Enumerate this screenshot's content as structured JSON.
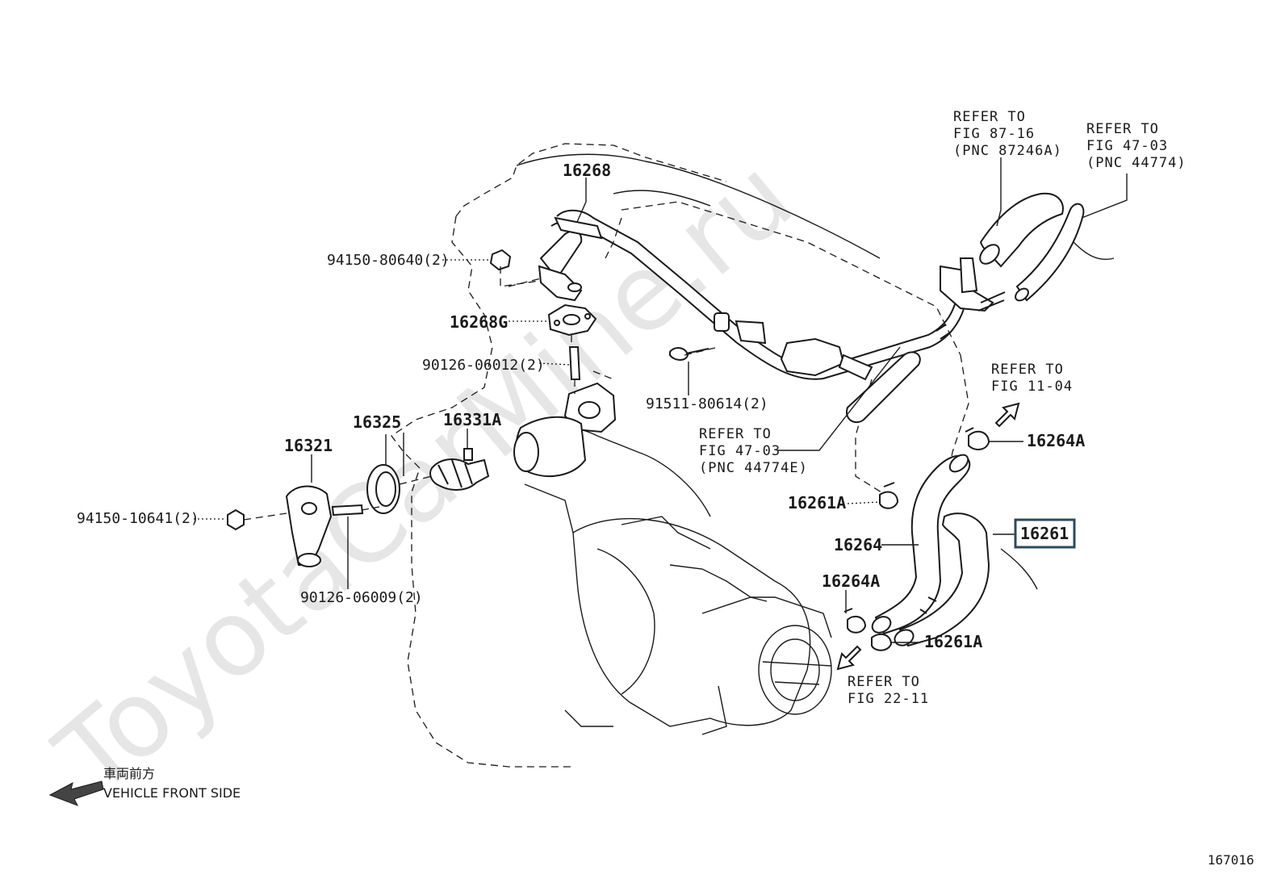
{
  "watermark": "ToyotaCarMine.ru",
  "figure_number": "167016",
  "front": {
    "japanese": "車両前方",
    "english": "VEHICLE FRONT SIDE"
  },
  "parts": {
    "p16268": "16268",
    "p94150_80640": "94150-80640(2)",
    "p16268G": "16268G",
    "p90126_06012": "90126-06012(2)",
    "p91511_80614": "91511-80614(2)",
    "p16325": "16325",
    "p16331A": "16331A",
    "p16321": "16321",
    "p94150_10641": "94150-10641(2)",
    "p90126_06009": "90126-06009(2)",
    "p16264A_top": "16264A",
    "p16261A_mid": "16261A",
    "p16264": "16264",
    "p16261": "16261",
    "p16264A_bottom": "16264A",
    "p16261A_bottom": "16261A"
  },
  "refs": {
    "ref_87_16": [
      "REFER TO",
      "FIG 87-16",
      "(PNC 87246A)"
    ],
    "ref_47_03_top": [
      "REFER TO",
      "FIG 47-03",
      "(PNC 44774)"
    ],
    "ref_11_04": [
      "REFER TO",
      "FIG 11-04"
    ],
    "ref_47_03_mid": [
      "REFER TO",
      "FIG 47-03",
      "(PNC 44774E)"
    ],
    "ref_22_11": [
      "REFER TO",
      "FIG 22-11"
    ]
  },
  "highlight_color": "#2b4a5e"
}
